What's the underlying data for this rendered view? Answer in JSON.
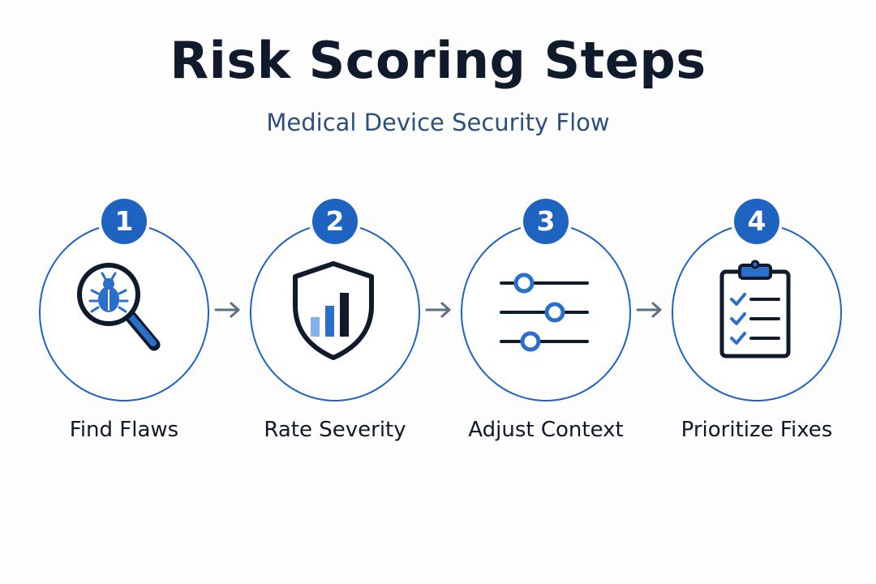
{
  "title": "Risk Scoring Steps",
  "subtitle": "Medical Device Security Flow",
  "colors": {
    "accent": "#1f63c0",
    "dark": "#0f1b2d",
    "light_blue": "#4a8ee0",
    "arrow": "#5b6f86"
  },
  "steps": [
    {
      "number": "1",
      "label": "Find Flaws",
      "icon": "bug-magnifier-icon"
    },
    {
      "number": "2",
      "label": "Rate Severity",
      "icon": "shield-bar-chart-icon"
    },
    {
      "number": "3",
      "label": "Adjust Context",
      "icon": "sliders-icon"
    },
    {
      "number": "4",
      "label": "Prioritize Fixes",
      "icon": "checklist-clipboard-icon"
    }
  ]
}
